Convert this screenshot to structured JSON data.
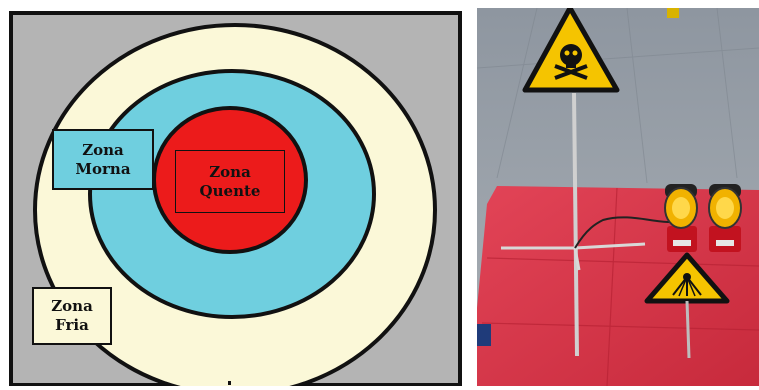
{
  "diagram": {
    "colors": {
      "background": "#b4b4b4",
      "cold": "#fbf8d8",
      "warm": "#6fcfdf",
      "hot": "#ec1b1b",
      "outline": "#111111"
    },
    "zones": {
      "warm": {
        "line1": "Zona",
        "line2": "Morna"
      },
      "hot": {
        "line1": "Zona",
        "line2": "Quente"
      },
      "cold": {
        "line1": "Zona",
        "line2": "Fria"
      }
    }
  },
  "photo": {
    "colors": {
      "ground": "#9aa1a8",
      "mat": "#d93446",
      "sign": "#f5c400",
      "pole": "#c9c9c9"
    },
    "icons": [
      "toxic-skull-sign-icon",
      "radiation-warning-sign-icon",
      "warning-lamp-icon"
    ]
  }
}
